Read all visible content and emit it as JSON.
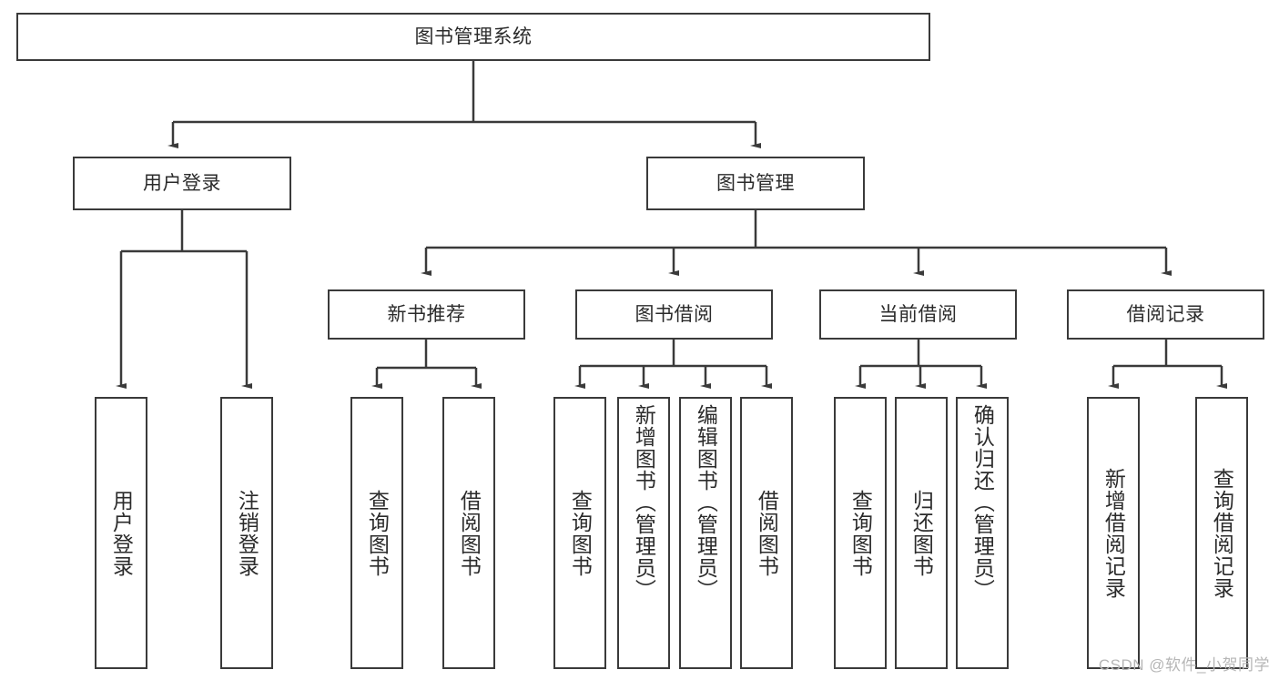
{
  "diagram": {
    "type": "tree-hierarchy-chart",
    "title": "图书管理系统",
    "orientation": "top-down",
    "colors": {
      "box_border": "#3a3a3a",
      "box_fill": "#ffffff",
      "connector": "#3a3a3a",
      "text": "#2b2b2b",
      "watermark": "#b6b6b6",
      "background": "#ffffff"
    }
  },
  "root": {
    "label": "图书管理系统"
  },
  "level2": [
    {
      "label": "用户登录"
    },
    {
      "label": "图书管理"
    }
  ],
  "level3": [
    {
      "label": "新书推荐"
    },
    {
      "label": "图书借阅"
    },
    {
      "label": "当前借阅"
    },
    {
      "label": "借阅记录"
    }
  ],
  "leaves": {
    "user_login": [
      {
        "label": "用户登录"
      },
      {
        "label": "注销登录"
      }
    ],
    "new_book_recommend": [
      {
        "label": "查询图书"
      },
      {
        "label": "借阅图书"
      }
    ],
    "book_borrow": [
      {
        "label": "查询图书"
      },
      {
        "label": "新增图书（管理员）"
      },
      {
        "label": "编辑图书（管理员）"
      },
      {
        "label": "借阅图书"
      }
    ],
    "current_borrow": [
      {
        "label": "查询图书"
      },
      {
        "label": "归还图书"
      },
      {
        "label": "确认归还（管理员）"
      }
    ],
    "borrow_record": [
      {
        "label": "新增借阅记录"
      },
      {
        "label": "查询借阅记录"
      }
    ]
  },
  "watermark": {
    "text": "CSDN @软件_小贺同学"
  }
}
